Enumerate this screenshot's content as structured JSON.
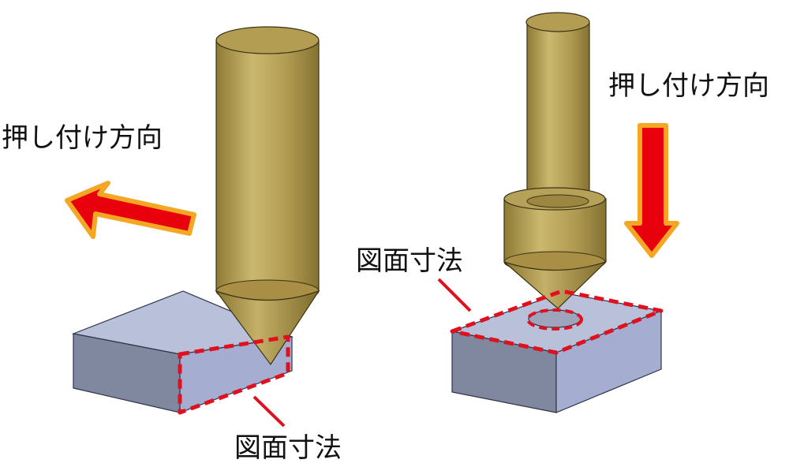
{
  "left_panel": {
    "direction_label": "押し付け方向",
    "dimension_label": "図面寸法"
  },
  "right_panel": {
    "direction_label": "押し付け方向",
    "dimension_label": "図面寸法"
  },
  "colors": {
    "arrow_fill": "#e8000d",
    "arrow_outline": "#f5a623",
    "dashed_outline": "#e0101e",
    "pin_gold": "#c7b068",
    "block_steel": "#a9b2c9"
  }
}
